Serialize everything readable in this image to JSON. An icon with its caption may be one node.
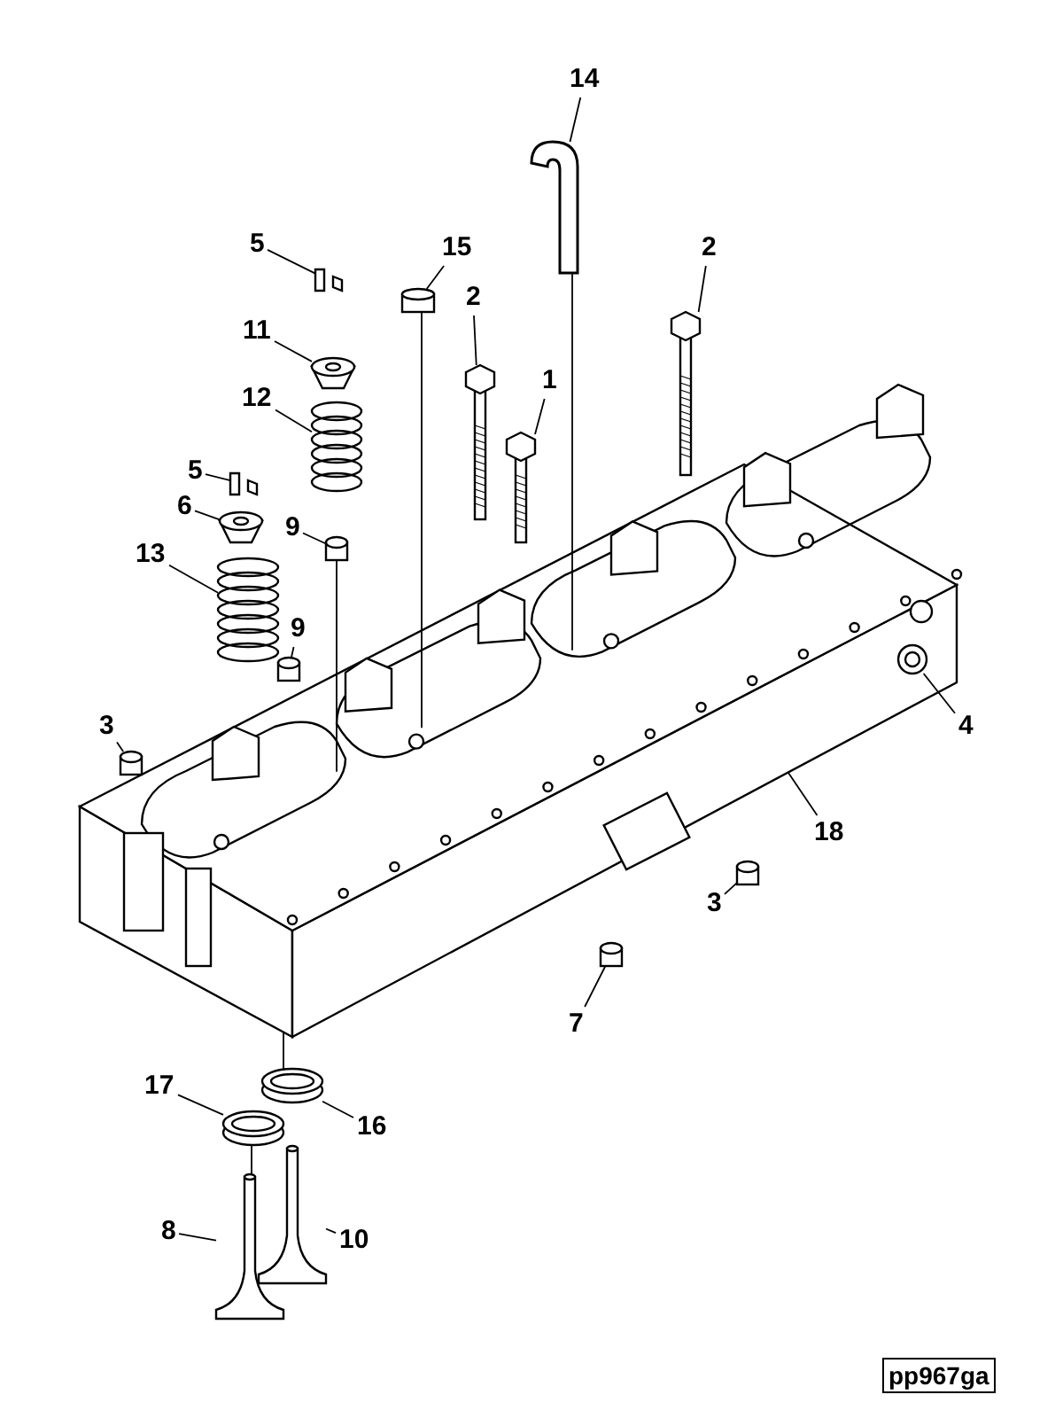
{
  "diagram": {
    "nodes": [
      {
        "text": [
          "14"
        ]
      },
      {
        "text": [
          "2"
        ]
      },
      {
        "text": [
          "5"
        ]
      },
      {
        "text": [
          "15"
        ]
      },
      {
        "text": [
          "2"
        ]
      },
      {
        "text": [
          "11"
        ]
      },
      {
        "text": [
          "1"
        ]
      },
      {
        "text": [
          "12"
        ]
      },
      {
        "text": [
          "5"
        ]
      },
      {
        "text": [
          "6"
        ]
      },
      {
        "text": [
          "9"
        ]
      },
      {
        "text": [
          "13"
        ]
      },
      {
        "text": [
          "9"
        ]
      },
      {
        "text": [
          "3"
        ]
      },
      {
        "text": [
          "4"
        ]
      },
      {
        "text": [
          "18"
        ]
      },
      {
        "text": [
          "3"
        ]
      },
      {
        "text": [
          "7"
        ]
      },
      {
        "text": [
          "17"
        ]
      },
      {
        "text": [
          "16"
        ]
      },
      {
        "text": [
          "8"
        ]
      },
      {
        "text": [
          "10"
        ]
      },
      {
        "text": [],
        "shape": "picture"
      },
      {
        "text": [],
        "shape": "picture"
      },
      {
        "text": [],
        "shape": "picture"
      },
      {
        "text": [],
        "shape": "cylinder"
      },
      {
        "text": [],
        "shape": "picture"
      },
      {
        "text": [],
        "shape": "cone"
      },
      {
        "text": [],
        "shape": "picture"
      },
      {
        "text": [],
        "shape": "picture"
      },
      {
        "text": [],
        "shape": "picture"
      },
      {
        "text": [],
        "shape": "cone"
      },
      {
        "text": [],
        "shape": "cylinder"
      },
      {
        "text": [],
        "shape": "picture"
      },
      {
        "text": [],
        "shape": "cylinder"
      },
      {
        "text": [],
        "shape": "cylinder"
      },
      {
        "text": [],
        "shape": "picture"
      },
      {
        "text": [],
        "shape": "picture"
      },
      {
        "text": [],
        "shape": "cylinder"
      },
      {
        "text": [],
        "shape": "cylinder"
      },
      {
        "text": [],
        "shape": "ring"
      },
      {
        "text": [],
        "shape": "ring"
      },
      {
        "text": [],
        "shape": "picture"
      },
      {
        "text": [],
        "shape": "picture"
      }
    ],
    "edges": [
      {
        "from": 0,
        "to": 22,
        "arrow": "none"
      },
      {
        "from": 1,
        "to": 23,
        "arrow": "none"
      },
      {
        "from": 2,
        "to": 24,
        "arrow": "none"
      },
      {
        "from": 3,
        "to": 25,
        "arrow": "none"
      },
      {
        "from": 4,
        "to": 26,
        "arrow": "none"
      },
      {
        "from": 5,
        "to": 27,
        "arrow": "none"
      },
      {
        "from": 6,
        "to": 28,
        "arrow": "none"
      },
      {
        "from": 7,
        "to": 29,
        "arrow": "none"
      },
      {
        "from": 8,
        "to": 30,
        "arrow": "none"
      },
      {
        "from": 9,
        "to": 31,
        "arrow": "none"
      },
      {
        "from": 10,
        "to": 32,
        "arrow": "none"
      },
      {
        "from": 11,
        "to": 33,
        "arrow": "none"
      },
      {
        "from": 12,
        "to": 34,
        "arrow": "none"
      },
      {
        "from": 13,
        "to": 35,
        "arrow": "none"
      },
      {
        "from": 14,
        "to": 36,
        "arrow": "none"
      },
      {
        "from": 15,
        "to": 37,
        "arrow": "none"
      },
      {
        "from": 16,
        "to": 38,
        "arrow": "none"
      },
      {
        "from": 17,
        "to": 39,
        "arrow": "none"
      },
      {
        "from": 18,
        "to": 40,
        "arrow": "none"
      },
      {
        "from": 19,
        "to": 41,
        "arrow": "none"
      },
      {
        "from": 20,
        "to": 42,
        "arrow": "none"
      },
      {
        "from": 21,
        "to": 43,
        "arrow": "none"
      },
      {
        "from": 25,
        "to": 37,
        "arrow": "none"
      },
      {
        "from": 32,
        "to": 37,
        "arrow": "none"
      },
      {
        "from": 37,
        "to": 41,
        "arrow": "none"
      },
      {
        "from": 40,
        "to": 42,
        "arrow": "none"
      },
      {
        "from": 22,
        "to": 37,
        "arrow": "none"
      }
    ],
    "labels": [
      "pp967ga"
    ]
  }
}
